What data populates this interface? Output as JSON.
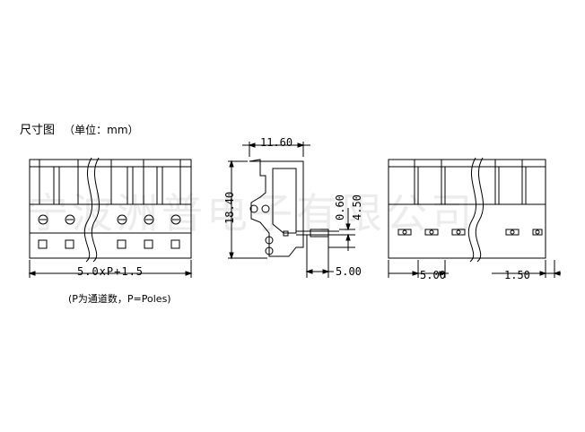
{
  "header": {
    "title": "尺寸图",
    "unit_note": "（单位：mm）"
  },
  "watermark": "宁波洲普电子有限公司",
  "front_view": {
    "width_formula": "5.0xP+1.5",
    "note": "(P为通道数，P=Poles)"
  },
  "side_view": {
    "top_width": "11.60",
    "height": "18.40",
    "dim_small": "0.60",
    "dim_side": "4.50",
    "pitch_bottom": "5.00"
  },
  "rear_view": {
    "pitch": "5.00",
    "edge": "1.50"
  }
}
